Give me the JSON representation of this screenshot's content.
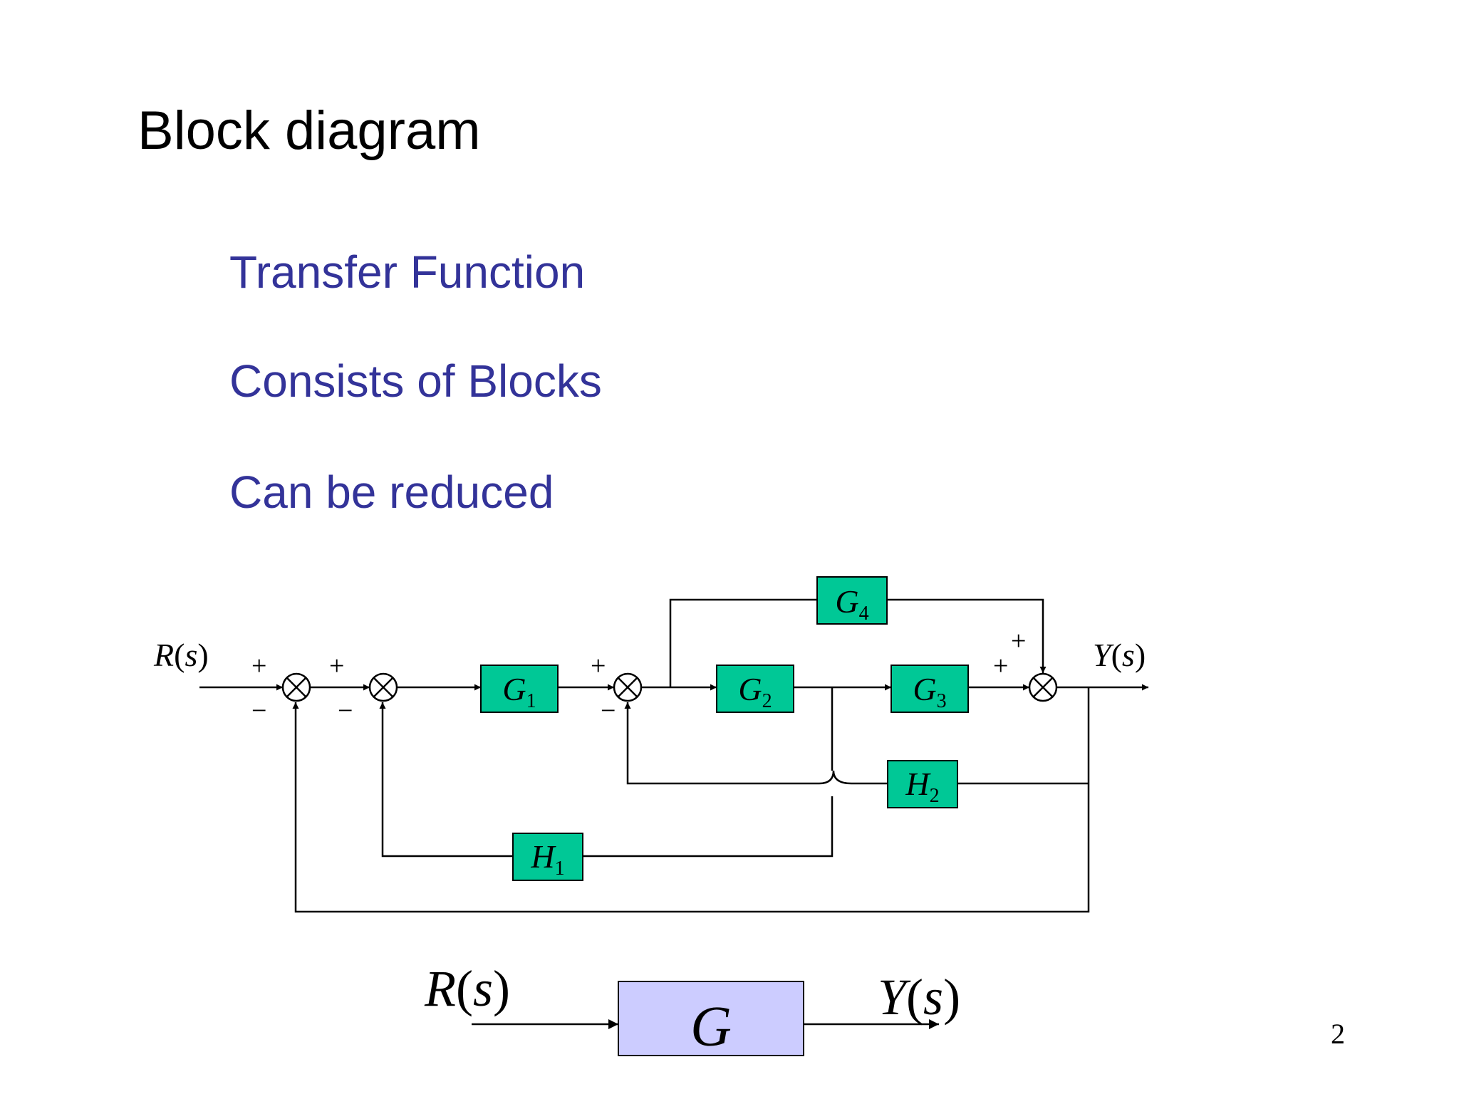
{
  "slide": {
    "title": "Block diagram",
    "bullets": [
      "Transfer Function",
      "Consists of Blocks",
      "Can be reduced"
    ],
    "page_number": "2"
  },
  "colors": {
    "title": "#000000",
    "bullet_text": "#333399",
    "block_fill": "#00c896",
    "reduced_block_fill": "#ccccff",
    "line": "#000000"
  },
  "diagram": {
    "input_label": {
      "var": "R",
      "arg": "s"
    },
    "output_label": {
      "var": "Y",
      "arg": "s"
    },
    "blocks": [
      {
        "id": "G1",
        "letter": "G",
        "sub": "1"
      },
      {
        "id": "G2",
        "letter": "G",
        "sub": "2"
      },
      {
        "id": "G3",
        "letter": "G",
        "sub": "3"
      },
      {
        "id": "G4",
        "letter": "G",
        "sub": "4"
      },
      {
        "id": "H1",
        "letter": "H",
        "sub": "1"
      },
      {
        "id": "H2",
        "letter": "H",
        "sub": "2"
      }
    ],
    "signs": {
      "plus": "+",
      "minus": "−"
    }
  },
  "reduced": {
    "input_label": {
      "var": "R",
      "arg": "s"
    },
    "output_label": {
      "var": "Y",
      "arg": "s"
    },
    "block": "G"
  }
}
